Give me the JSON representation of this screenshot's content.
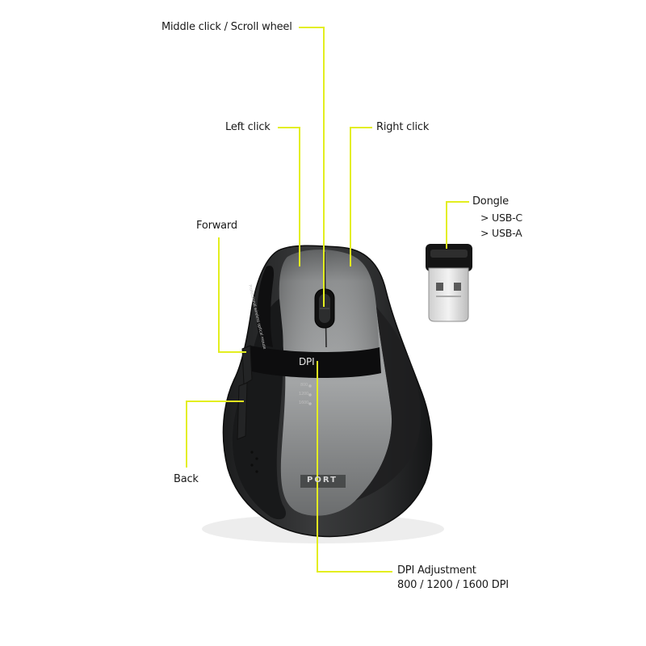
{
  "callouts": {
    "middle": "Middle click / Scroll wheel",
    "left": "Left click",
    "right": "Right click",
    "forward": "Forward",
    "back": "Back",
    "dongle": "Dongle",
    "dongle_usbc": "> USB-C",
    "dongle_usba": "> USB-A",
    "dpi_title": "DPI Adjustment",
    "dpi_values": "800 / 1200 / 1600 DPI"
  },
  "mouse": {
    "dpi_button": "DPI",
    "dpi_levels": [
      "800",
      "1200",
      "1600"
    ],
    "side_text": "Professional wireless optical mouse",
    "brand": "PORT"
  },
  "colors": {
    "leader_line": "#e3ee1f",
    "mouse_body": "#2a2b2c",
    "mouse_panel": "#7d7f80"
  }
}
